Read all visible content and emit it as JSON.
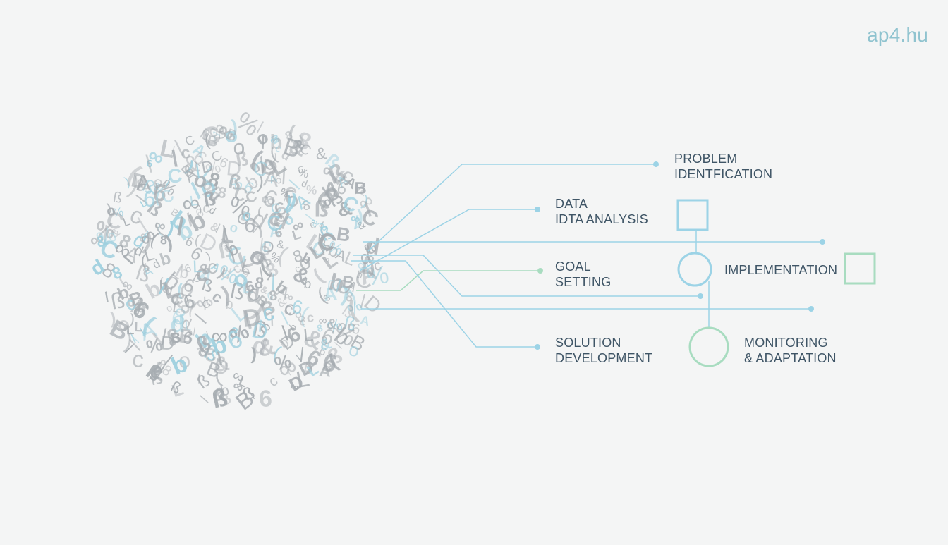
{
  "brand": {
    "text": "ap4.hu"
  },
  "colors": {
    "line_blue": "#9cd3e6",
    "line_green": "#a8dcc0",
    "text": "#3f5566",
    "glyph_gray": "#a7adb2",
    "glyph_blue": "#9fd0df",
    "brand": "#8fc3cf"
  },
  "stages": [
    {
      "id": "problem",
      "line1": "PROBLEM",
      "line2": "IDENTFICATION"
    },
    {
      "id": "data",
      "line1": "DATA",
      "line2": "IDTA ANALYSIS"
    },
    {
      "id": "goal",
      "line1": "GOAL",
      "line2": "SETTING"
    },
    {
      "id": "implementation",
      "line1": "IMPLEMENTATION",
      "line2": ""
    },
    {
      "id": "solution",
      "line1": "SOLUTION",
      "line2": "DEVELOPMENT"
    },
    {
      "id": "monitoring",
      "line1": "MONITORING",
      "line2": "& ADAPTATION"
    }
  ],
  "cloud": {
    "glyph_set": [
      "A",
      "B",
      "C",
      "D",
      "L",
      "%",
      "&",
      "(",
      ")",
      "/",
      "\\",
      "8",
      "6",
      "ß",
      "c",
      "d",
      "b",
      "o",
      "∞"
    ]
  }
}
